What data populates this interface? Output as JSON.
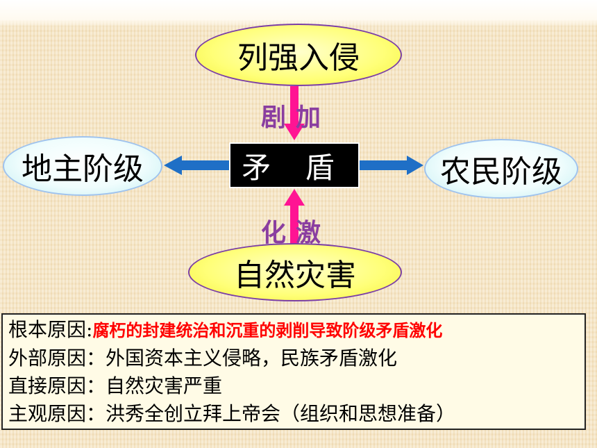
{
  "nodes": {
    "top": "列强入侵",
    "left": "地主阶级",
    "right": "农民阶级",
    "bottom": "自然灾害",
    "center": "矛 盾"
  },
  "arrow_labels": {
    "top": "剧加",
    "bottom": "化激"
  },
  "causes": [
    {
      "label": "根本原因:",
      "text": "腐朽的封建统治和沉重的剥削导致阶级矛盾激化"
    },
    {
      "label": "外部原因：",
      "text": "外国资本主义侵略，民族矛盾激化"
    },
    {
      "label": "直接原因：",
      "text": "自然灾害严重"
    },
    {
      "label": "主观原因：",
      "text": "洪秀全创立拜上帝会（组织和思想准备）"
    }
  ],
  "colors": {
    "pink_arrow": "#ff1493",
    "blue_arrow": "#1f6fc6",
    "label_purple": "#8a3ea0",
    "highlight_red": "#ff0000"
  }
}
